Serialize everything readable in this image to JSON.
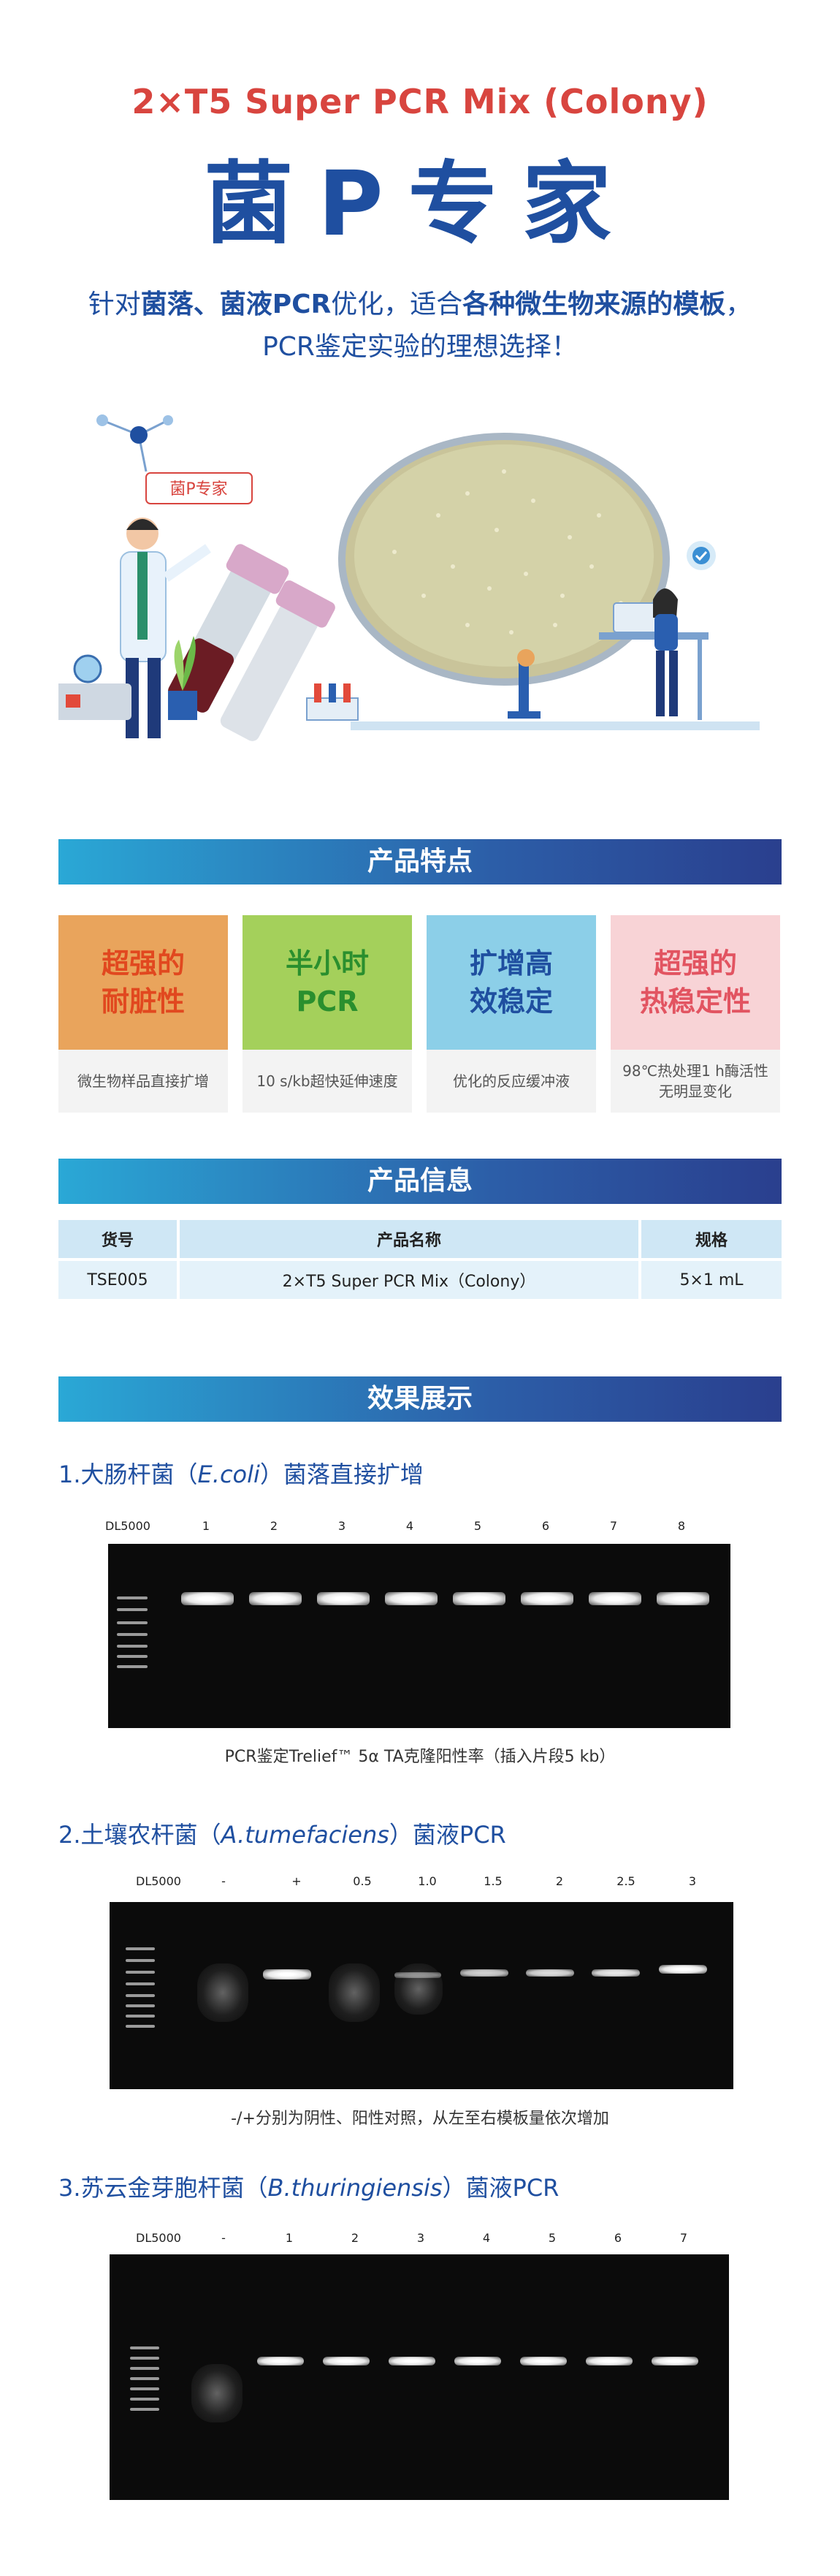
{
  "header": {
    "product_name": "2×T5 Super PCR Mix (Colony)",
    "title": "菌P专家",
    "intro_line1_a": "针对",
    "intro_line1_b": "菌落、菌液PCR",
    "intro_line1_c": "优化，适合",
    "intro_line1_d": "各种微生物来源的模板",
    "intro_line1_e": "，",
    "intro_line2": "PCR鉴定实验的理想选择！"
  },
  "illustration": {
    "speech_bubble": "菌P专家"
  },
  "features": {
    "section_title": "产品特点",
    "items": [
      {
        "title_line1": "超强的",
        "title_line2": "耐脏性",
        "desc": "微生物样品直接扩增",
        "color": "#e9a45c",
        "text_color": "#e1481f"
      },
      {
        "title_line1": "半小时",
        "title_line2": "PCR",
        "desc": "10 s/kb超快延伸速度",
        "color": "#a4d05b",
        "text_color": "#2a8f2e"
      },
      {
        "title_line1": "扩增高",
        "title_line2": "效稳定",
        "desc": "优化的反应缓冲液",
        "color": "#8ccfe8",
        "text_color": "#1f4fa0"
      },
      {
        "title_line1": "超强的",
        "title_line2": "热稳定性",
        "desc_line1": "98℃热处理1 h酶活性",
        "desc_line2": "无明显变化",
        "color": "#f8d3d6",
        "text_color": "#e25461"
      }
    ]
  },
  "product_info": {
    "section_title": "产品信息",
    "headers": [
      "货号",
      "产品名称",
      "规格"
    ],
    "row": [
      "TSE005",
      "2×T5 Super PCR Mix（Colony）",
      "5×1 mL"
    ]
  },
  "results": {
    "section_title": "效果展示",
    "gel1": {
      "heading_a": "1.大肠杆菌（",
      "heading_i": "E.coli",
      "heading_b": "）菌落直接扩增",
      "lanes": [
        "DL5000",
        "1",
        "2",
        "3",
        "4",
        "5",
        "6",
        "7",
        "8"
      ],
      "caption": "PCR鉴定Trelief™ 5α TA克隆阳性率（插入片段5 kb）"
    },
    "gel2": {
      "heading_a": "2.土壤农杆菌（",
      "heading_i": "A.tumefaciens",
      "heading_b": "）菌液PCR",
      "lanes": [
        "DL5000",
        "-",
        "+",
        "0.5",
        "1.0",
        "1.5",
        "2",
        "2.5",
        "3"
      ],
      "caption": "-/+分别为阴性、阳性对照，从左至右模板量依次增加"
    },
    "gel3": {
      "heading_a": "3.苏云金芽胞杆菌（",
      "heading_i": "B.thuringiensis",
      "heading_b": "）菌液PCR",
      "lanes": [
        "DL5000",
        "-",
        "1",
        "2",
        "3",
        "4",
        "5",
        "6",
        "7"
      ]
    }
  }
}
